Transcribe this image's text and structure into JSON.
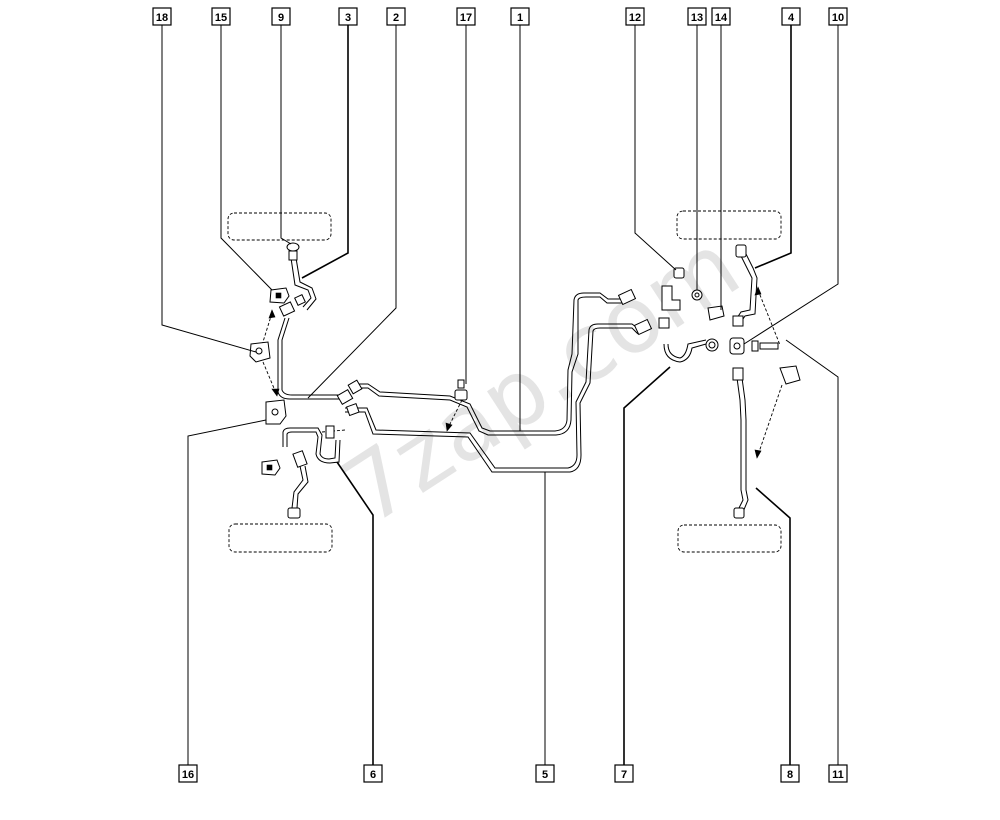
{
  "watermark": "7zap.com",
  "callouts": {
    "c1": "1",
    "c2": "2",
    "c3": "3",
    "c4": "4",
    "c5": "5",
    "c6": "6",
    "c7": "7",
    "c8": "8",
    "c9": "9",
    "c10": "10",
    "c11": "11",
    "c12": "12",
    "c13": "13",
    "c14": "14",
    "c15": "15",
    "c16": "16",
    "c17": "17",
    "c18": "18"
  },
  "colors": {
    "line": "#000000",
    "background": "#ffffff",
    "watermark": "#cfcfcf"
  }
}
